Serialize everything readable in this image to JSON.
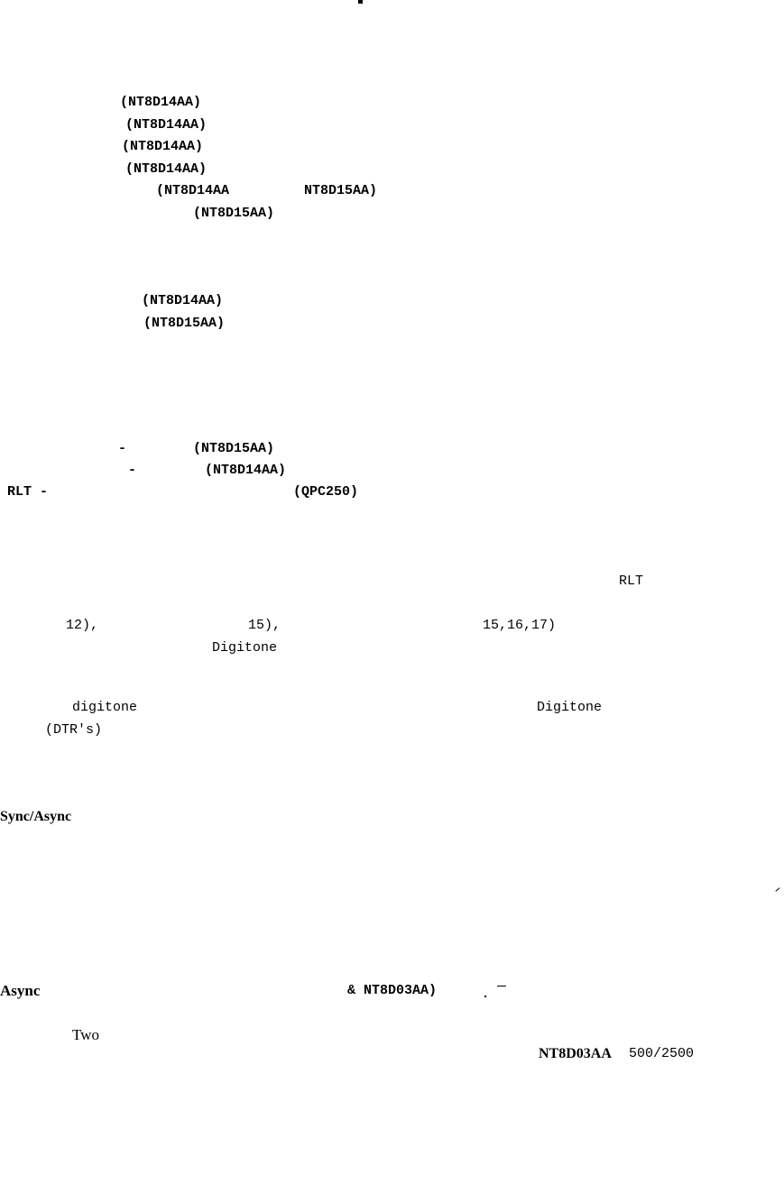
{
  "fragments": {
    "f1": "(NT8D14AA)",
    "f2": "(NT8D14AA)",
    "f3": "(NT8D14AA)",
    "f4": "(NT8D14AA)",
    "f5a": "(NT8D14AA",
    "f5b": "NT8D15AA)",
    "f6": "(NT8D15AA)",
    "f7": "(NT8D14AA)",
    "f8": "(NT8D15AA)",
    "f9dash": "-",
    "f9": "(NT8D15AA)",
    "f10dash": "-",
    "f10": "(NT8D14AA)",
    "f11a": "RLT -",
    "f11b": "(QPC250)",
    "f12": "RLT",
    "f13a": "12),",
    "f13b": "15),",
    "f13c": "15,16,17)",
    "f14": "Digitone",
    "f15a": "digitone",
    "f15b": "Digitone",
    "f16": "(DTR's)",
    "f17": "Sync/Async",
    "f18a": "Async",
    "f18b": "& NT8D03AA)",
    "f19": "Two",
    "f20a": "NT8D03AA",
    "f20b": "500/2500"
  }
}
